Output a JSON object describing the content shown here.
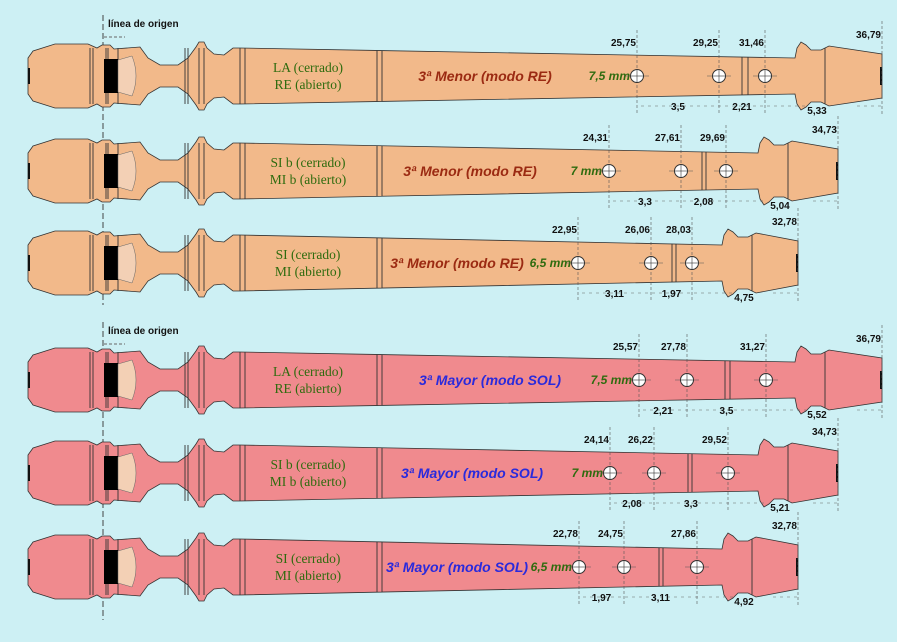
{
  "origin_label": "línea de origen",
  "colors": {
    "background": "#cdf0f4",
    "minor_fill": "#f2b98a",
    "major_fill": "#f08a8e",
    "note_text": "#2e6b0e",
    "minor_mode": "#9b2a12",
    "major_mode": "#2a2adc"
  },
  "recorders": [
    {
      "group": "minor",
      "note_closed": "LA  (cerrado)",
      "note_open": "RE  (abierto)",
      "mode": "3ª Menor (modo RE)",
      "bore": "7,5 mm",
      "hole_marks": [
        "25,75",
        "29,25",
        "31,46"
      ],
      "end_mark": "36,79",
      "intervals": [
        "3,5",
        "2,21"
      ],
      "bell_mark": "5,33"
    },
    {
      "group": "minor",
      "note_closed": "SI b  (cerrado)",
      "note_open": "MI b  (abierto)",
      "mode": "3ª Menor (modo RE)",
      "bore": "7 mm",
      "hole_marks": [
        "24,31",
        "27,61",
        "29,69"
      ],
      "end_mark": "34,73",
      "intervals": [
        "3,3",
        "2,08"
      ],
      "bell_mark": "5,04"
    },
    {
      "group": "minor",
      "note_closed": "SI  (cerrado)",
      "note_open": "MI  (abierto)",
      "mode": "3ª Menor (modo RE)",
      "bore": "6,5 mm",
      "hole_marks": [
        "22,95",
        "26,06",
        "28,03"
      ],
      "end_mark": "32,78",
      "intervals": [
        "3,11",
        "1,97"
      ],
      "bell_mark": "4,75"
    },
    {
      "group": "major",
      "note_closed": "LA  (cerrado)",
      "note_open": "RE  (abierto)",
      "mode": "3ª Mayor (modo SOL)",
      "bore": "7,5 mm",
      "hole_marks": [
        "25,57",
        "27,78",
        "31,27"
      ],
      "end_mark": "36,79",
      "intervals": [
        "2,21",
        "3,5"
      ],
      "bell_mark": "5,52"
    },
    {
      "group": "major",
      "note_closed": "SI b  (cerrado)",
      "note_open": "MI b  (abierto)",
      "mode": "3ª Mayor (modo SOL)",
      "bore": "7 mm",
      "hole_marks": [
        "24,14",
        "26,22",
        "29,52"
      ],
      "end_mark": "34,73",
      "intervals": [
        "2,08",
        "3,3"
      ],
      "bell_mark": "5,21"
    },
    {
      "group": "major",
      "note_closed": "SI  (cerrado)",
      "note_open": "MI  (abierto)",
      "mode": "3ª Mayor (modo SOL)",
      "bore": "6,5 mm",
      "hole_marks": [
        "22,78",
        "24,75",
        "27,86"
      ],
      "end_mark": "32,78",
      "intervals": [
        "1,97",
        "3,11"
      ],
      "bell_mark": "4,92"
    }
  ]
}
